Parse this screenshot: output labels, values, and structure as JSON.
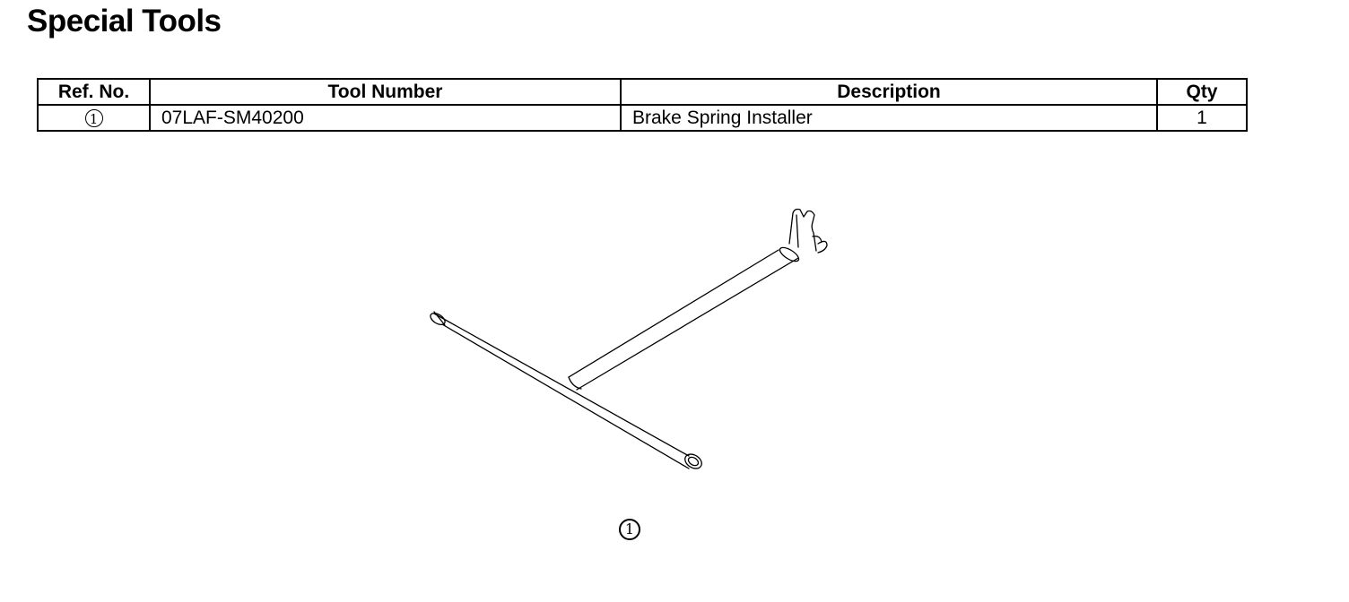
{
  "page": {
    "title": "Special Tools"
  },
  "table": {
    "headers": {
      "ref_no": "Ref. No.",
      "tool_number": "Tool Number",
      "description": "Description",
      "qty": "Qty"
    },
    "rows": [
      {
        "ref_no": "1",
        "tool_number": "07LAF-SM40200",
        "description": "Brake Spring Installer",
        "qty": "1"
      }
    ]
  },
  "illustration": {
    "icon": "t-handle-brake-spring-installer",
    "callout": "1"
  }
}
